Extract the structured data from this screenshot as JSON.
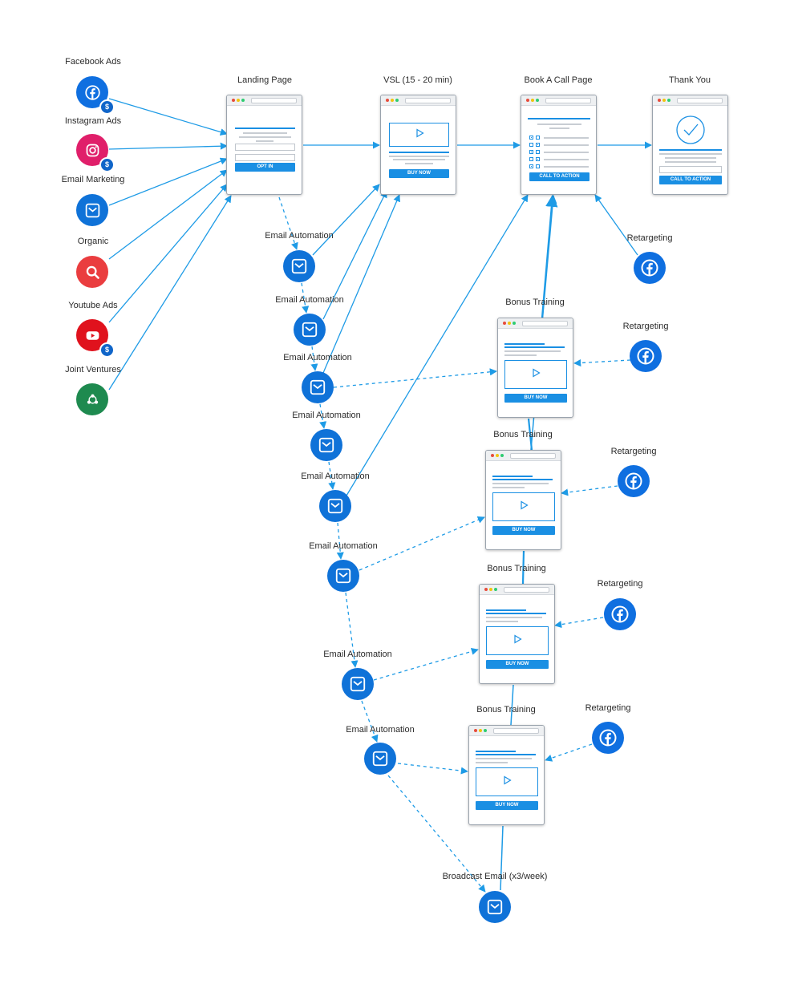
{
  "colors": {
    "connector": "#1e9be6",
    "primary": "#1a8fe3",
    "email_node": "#0f72d8",
    "facebook": "#0f6fe0",
    "instagram": "#e01f6a",
    "organic": "#ea3d3f",
    "youtube": "#e0121d",
    "joint_ventures": "#1e8a4f"
  },
  "traffic_sources": [
    {
      "label": "Facebook Ads",
      "icon": "facebook-icon"
    },
    {
      "label": "Instagram Ads",
      "icon": "instagram-icon"
    },
    {
      "label": "Email Marketing",
      "icon": "email-icon"
    },
    {
      "label": "Organic",
      "icon": "search-icon"
    },
    {
      "label": "Youtube Ads",
      "icon": "youtube-icon"
    },
    {
      "label": "Joint Ventures",
      "icon": "share-icon"
    }
  ],
  "pages": {
    "landing": {
      "title": "Landing Page",
      "button": "OPT IN"
    },
    "vsl": {
      "title": "VSL (15 - 20 min)",
      "button": "BUY NOW"
    },
    "book_call": {
      "title": "Book A Call Page",
      "button": "CALL TO ACTION"
    },
    "thank_you": {
      "title": "Thank You",
      "button": "CALL TO ACTION"
    }
  },
  "bonus_trainings": [
    {
      "title": "Bonus Training",
      "button": "BUY NOW"
    },
    {
      "title": "Bonus Training",
      "button": "BUY NOW"
    },
    {
      "title": "Bonus Training",
      "button": "BUY NOW"
    },
    {
      "title": "Bonus Training",
      "button": "BUY NOW"
    }
  ],
  "retargeting": [
    {
      "label": "Retargeting"
    },
    {
      "label": "Retargeting"
    },
    {
      "label": "Retargeting"
    },
    {
      "label": "Retargeting"
    },
    {
      "label": "Retargeting"
    }
  ],
  "email_automations": [
    {
      "label": "Email Automation"
    },
    {
      "label": "Email Automation"
    },
    {
      "label": "Email Automation"
    },
    {
      "label": "Email Automation"
    },
    {
      "label": "Email Automation"
    },
    {
      "label": "Email Automation"
    },
    {
      "label": "Email Automation"
    },
    {
      "label": "Email Automation"
    }
  ],
  "broadcast": {
    "label": "Broadcast Email (x3/week)"
  },
  "badge_symbol": "$"
}
